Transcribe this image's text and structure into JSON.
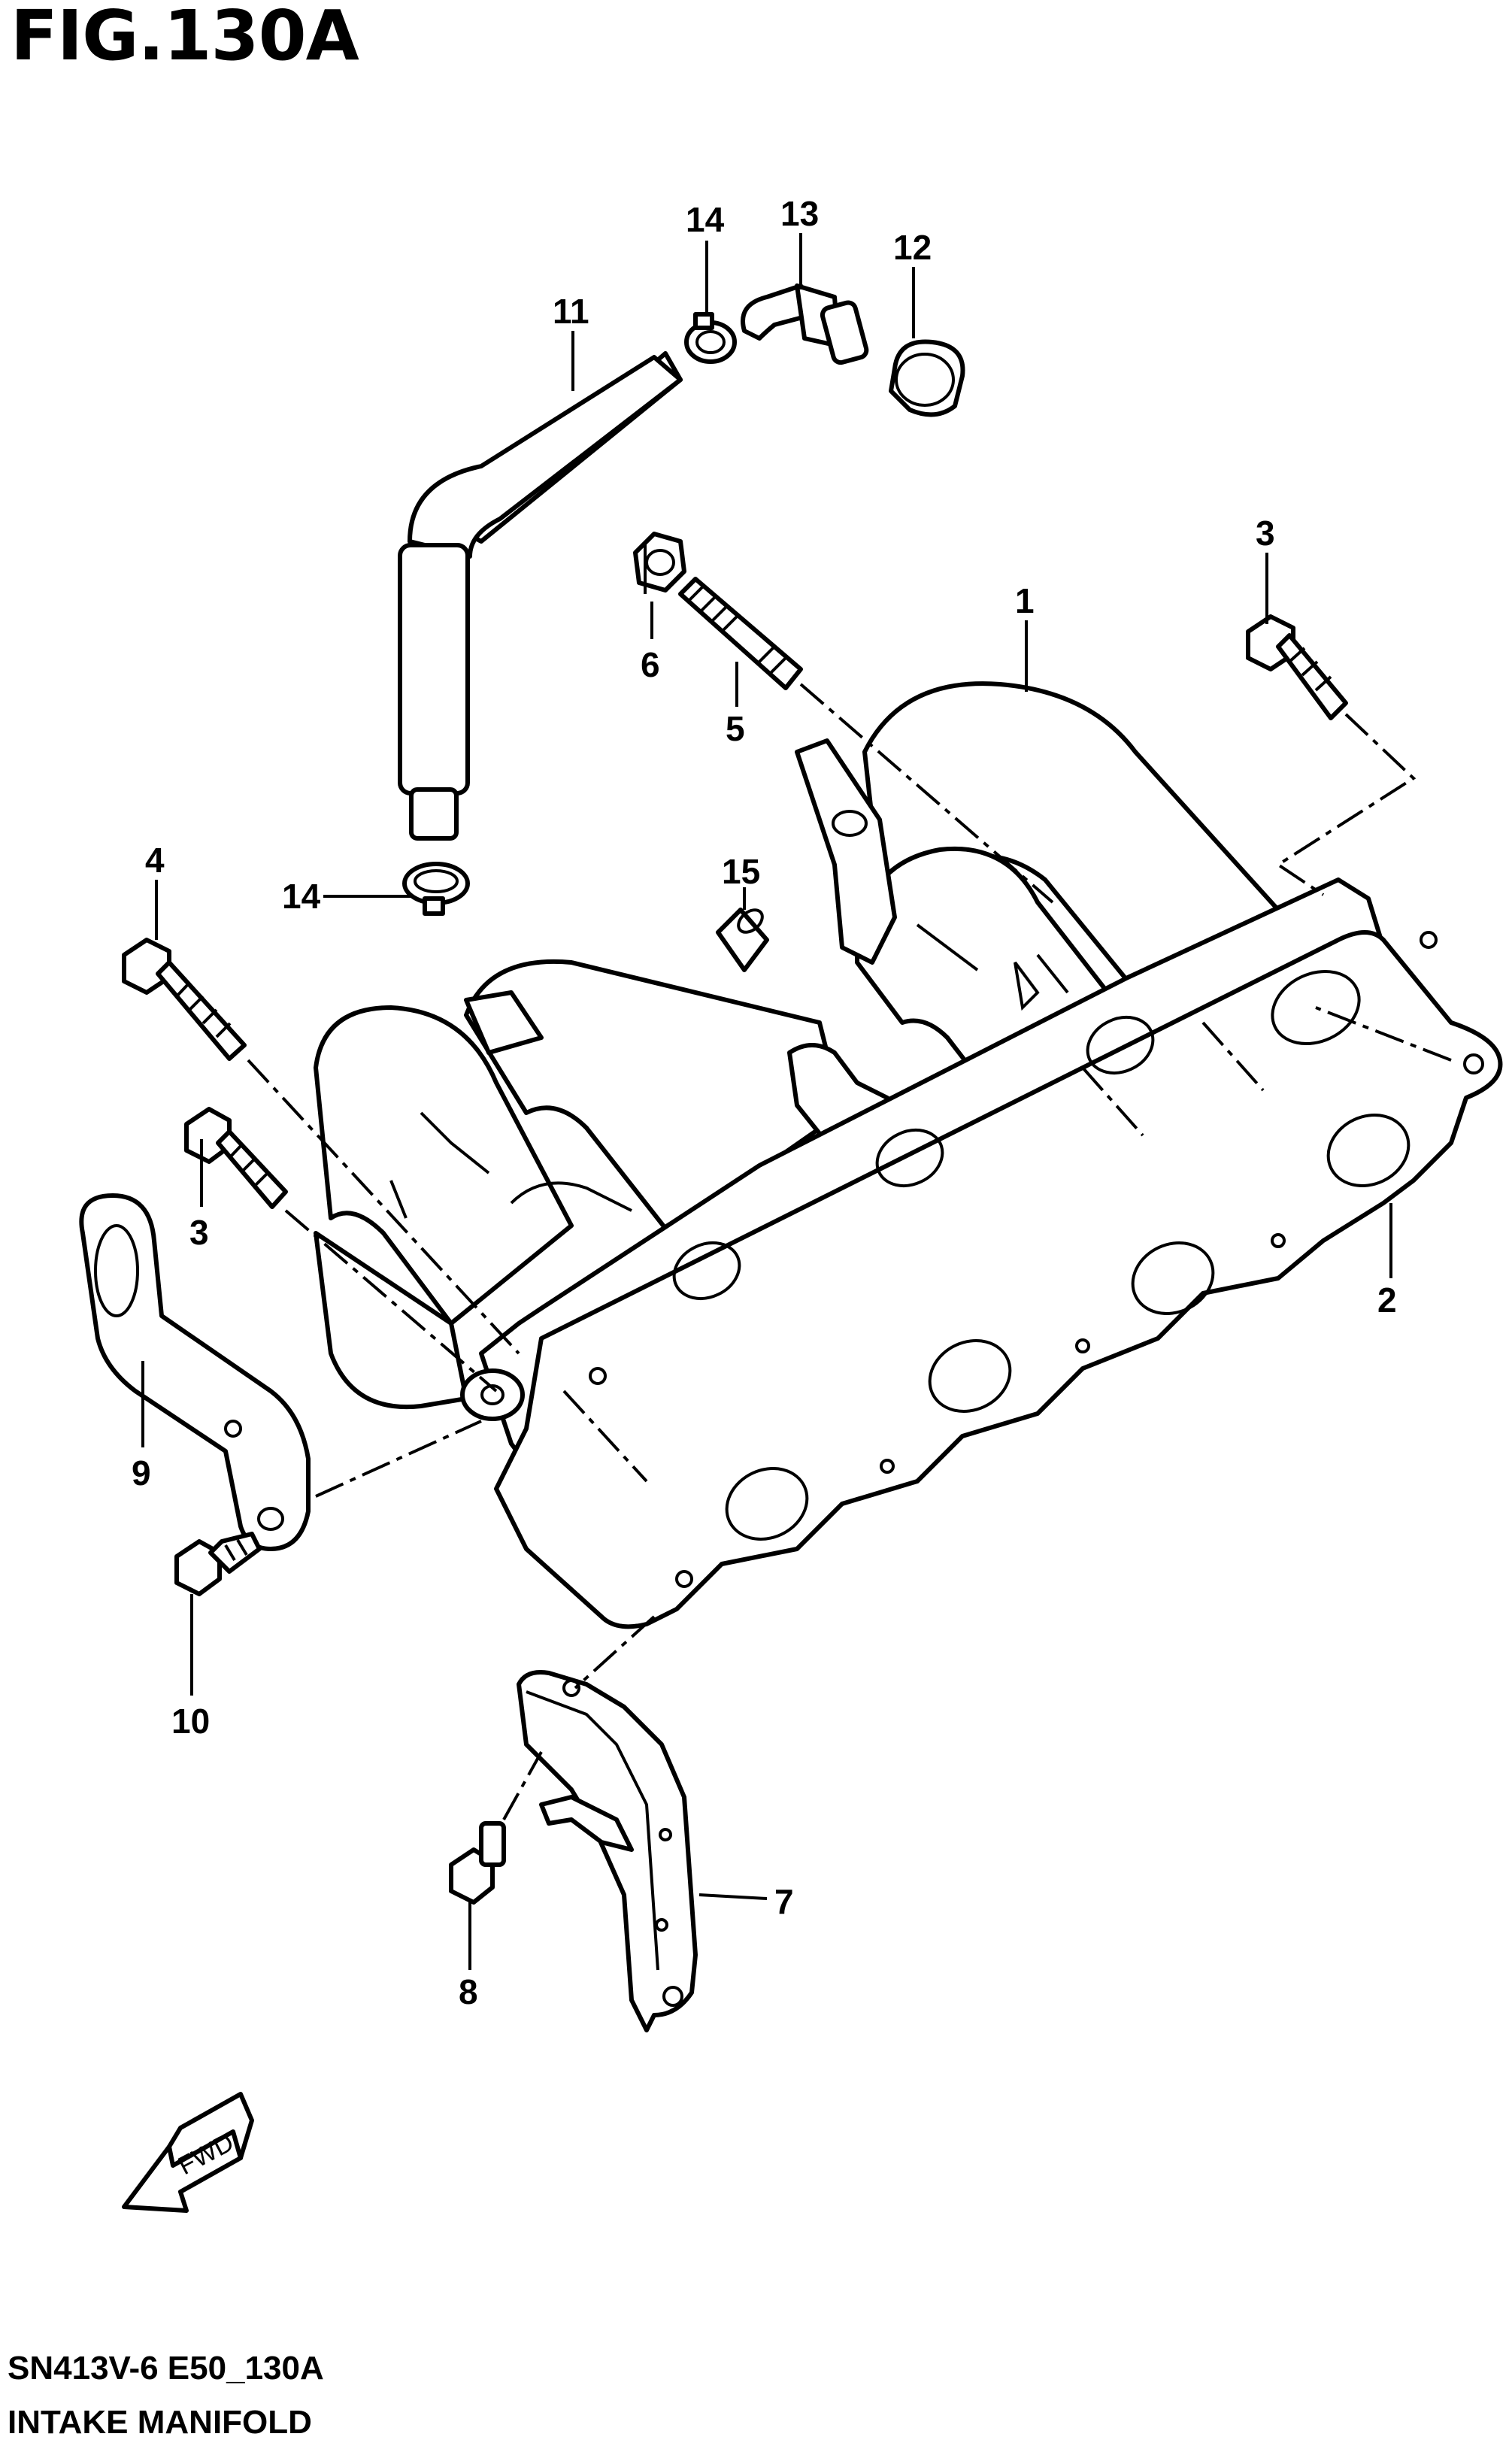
{
  "figure": {
    "title": "FIG.130A",
    "code": "SN413V-6 E50_130A",
    "name": "INTAKE MANIFOLD"
  },
  "callouts": [
    "1",
    "2",
    "3",
    "3",
    "4",
    "5",
    "6",
    "7",
    "8",
    "9",
    "10",
    "11",
    "12",
    "13",
    "14",
    "14",
    "15"
  ],
  "fwd_label": "FWD"
}
